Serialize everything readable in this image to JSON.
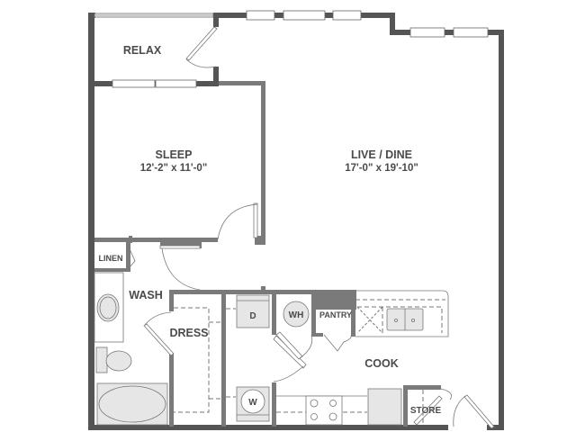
{
  "floorplan": {
    "colors": {
      "exterior_wall": "#555555",
      "interior_wall": "#7a7a7a",
      "fixture_fill": "#e6e6e6",
      "label": "#4a4a4a",
      "background": "#ffffff"
    },
    "rooms": {
      "relax": {
        "name": "RELAX"
      },
      "sleep": {
        "name": "SLEEP",
        "dimensions": "12'-2\" x 11'-0\""
      },
      "live_dine": {
        "name": "LIVE / DINE",
        "dimensions": "17'-0\" x 19'-10\""
      },
      "linen": {
        "name": "LINEN"
      },
      "wash": {
        "name": "WASH"
      },
      "dress": {
        "name": "DRESS"
      },
      "pantry": {
        "name": "PANTRY"
      },
      "cook": {
        "name": "COOK"
      },
      "store": {
        "name": "STORE"
      }
    },
    "fixtures": {
      "dryer": "D",
      "washer": "W",
      "water_heater": "WH"
    }
  }
}
